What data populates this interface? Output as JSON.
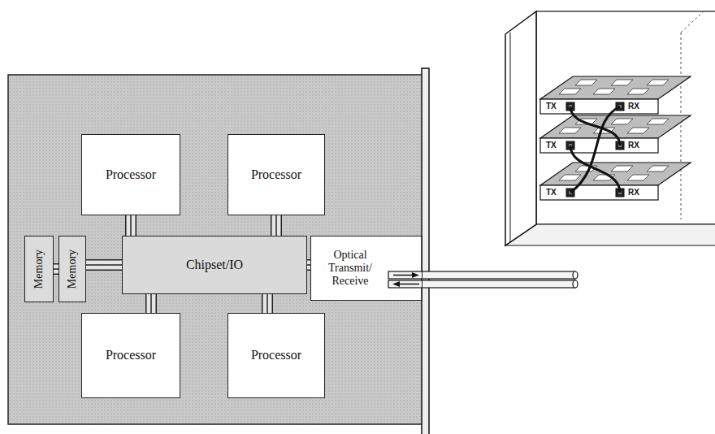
{
  "diagram": {
    "nodes": [
      {
        "text": [
          "Processor"
        ]
      },
      {
        "text": [
          "Processor"
        ]
      },
      {
        "text": [
          "Memory"
        ]
      },
      {
        "text": [
          "Memory"
        ]
      },
      {
        "text": [
          "Chipset/IO"
        ]
      },
      {
        "text": [
          "Optical Transmit/ Receive"
        ]
      },
      {
        "text": [
          "Processor"
        ]
      },
      {
        "text": [
          "Processor"
        ]
      }
    ],
    "edges": [
      {
        "from": 0,
        "to": 4,
        "arrow": "none"
      },
      {
        "from": 1,
        "to": 4,
        "arrow": "none"
      },
      {
        "from": 2,
        "to": 3,
        "arrow": "none"
      },
      {
        "from": 3,
        "to": 4,
        "arrow": "none"
      },
      {
        "from": 4,
        "to": 5,
        "arrow": "none"
      },
      {
        "from": 4,
        "to": 6,
        "arrow": "none"
      },
      {
        "from": 4,
        "to": 7,
        "arrow": "none"
      }
    ],
    "labels": [
      "TX",
      "RX",
      "TX",
      "RX",
      "TX",
      "RX"
    ]
  }
}
